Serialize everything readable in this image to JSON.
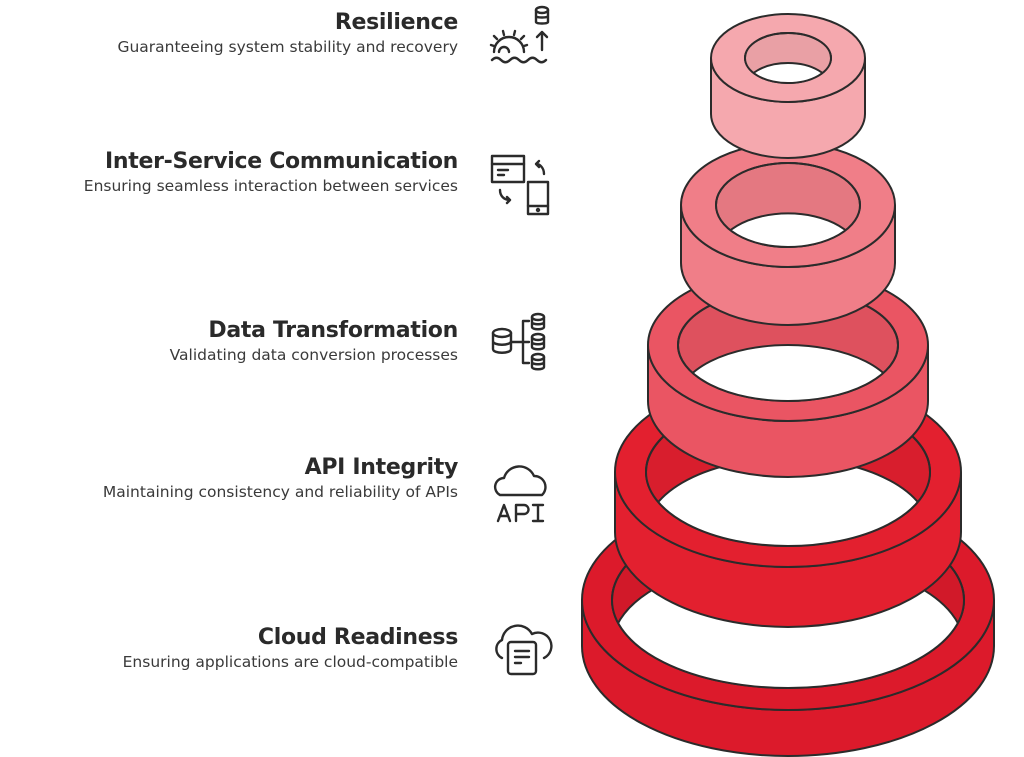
{
  "diagram": {
    "type": "stacked-rings",
    "stroke_color": "#2b2b2b",
    "layers": [
      {
        "title": "Resilience",
        "description": "Guaranteeing system stability and recovery",
        "icon": "gear-database-arrow-icon",
        "color": "#f5a8ae"
      },
      {
        "title": "Inter-Service Communication",
        "description": "Ensuring seamless interaction between services",
        "icon": "window-phone-exchange-icon",
        "color": "#f07e88"
      },
      {
        "title": "Data Transformation",
        "description": "Validating data conversion processes",
        "icon": "database-split-icon",
        "color": "#ea5563"
      },
      {
        "title": "API Integrity",
        "description": "Maintaining consistency and reliability of APIs",
        "icon": "cloud-api-icon",
        "color": "#e3202f"
      },
      {
        "title": "Cloud Readiness",
        "description": "Ensuring applications are cloud-compatible",
        "icon": "cloud-document-icon",
        "color": "#dc1a2b"
      }
    ]
  }
}
